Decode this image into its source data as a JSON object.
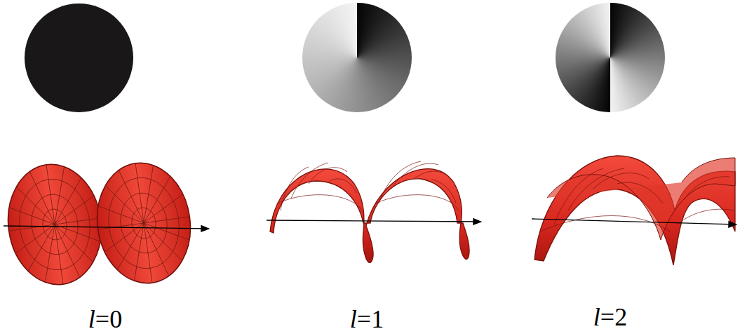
{
  "diagram": {
    "labels": [
      "l=0",
      "l=1",
      "l=2"
    ]
  }
}
